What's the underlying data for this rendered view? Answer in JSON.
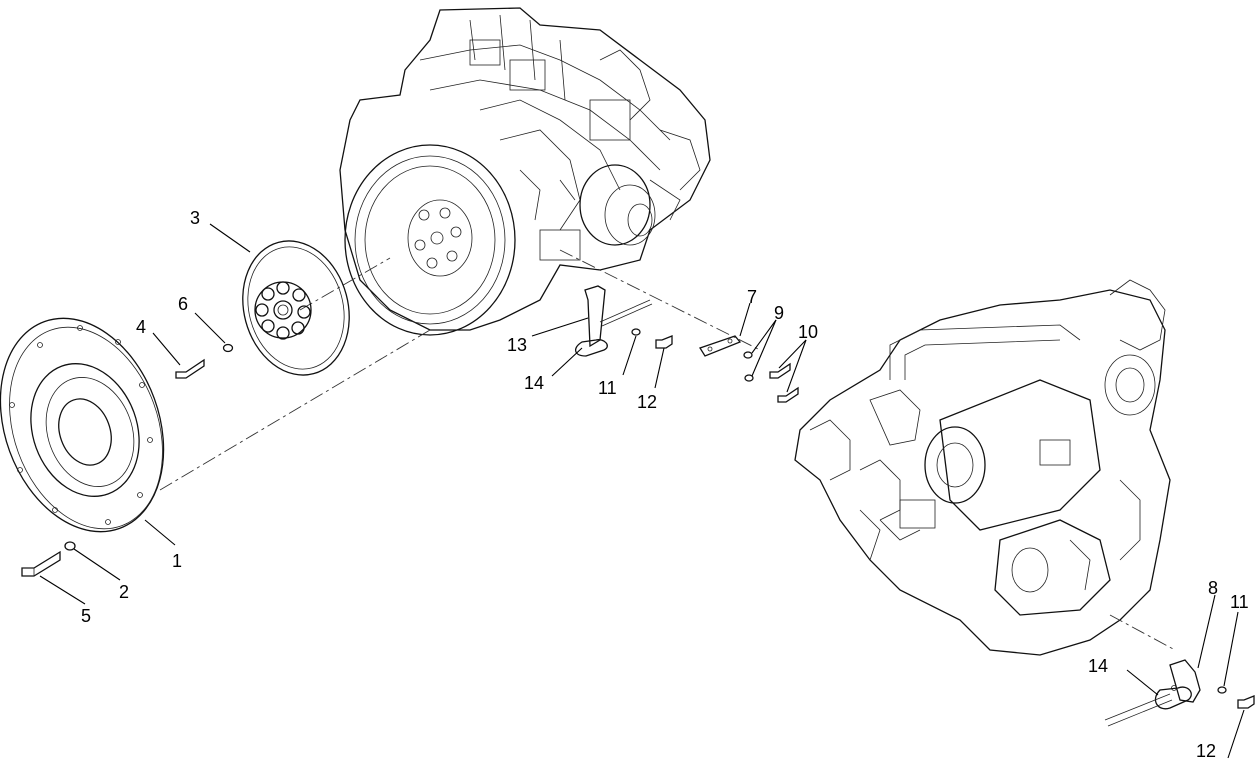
{
  "callouts": {
    "c1": "1",
    "c2": "2",
    "c3": "3",
    "c4": "4",
    "c5": "5",
    "c6": "6",
    "c7": "7",
    "c8": "8",
    "c9": "9",
    "c10": "10",
    "c11a": "11",
    "c11b": "11",
    "c12a": "12",
    "c12b": "12",
    "c13": "13",
    "c14a": "14",
    "c14b": "14"
  },
  "colors": {
    "line": "#111111",
    "background": "#ffffff"
  }
}
